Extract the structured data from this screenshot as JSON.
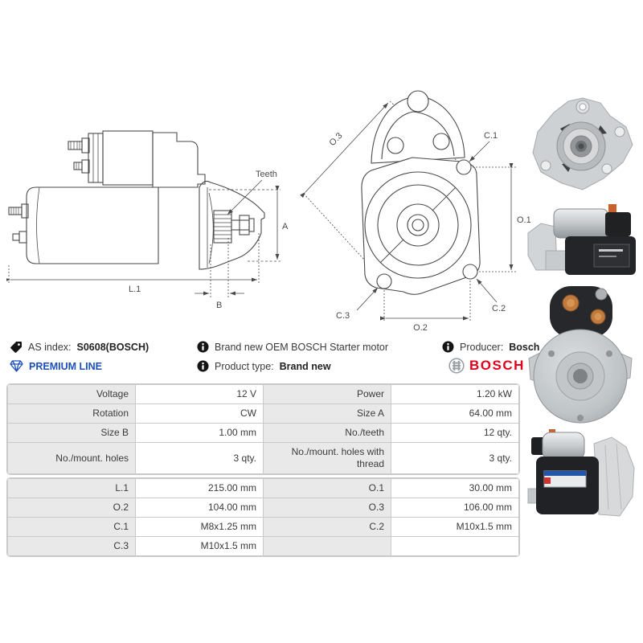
{
  "info": {
    "as_index_label": "AS index:",
    "as_index_value": "S0608(BOSCH)",
    "premium_line": "PREMIUM LINE",
    "description": "Brand new OEM BOSCH Starter motor",
    "product_type_label": "Product type:",
    "product_type_value": "Brand new",
    "producer_label": "Producer:",
    "producer_value": "Bosch",
    "brand_logo": "BOSCH"
  },
  "side_diagram": {
    "teeth": "Teeth",
    "dim_a": "A",
    "dim_l1": "L.1",
    "dim_b": "B"
  },
  "front_diagram": {
    "o3": "O.3",
    "c1": "C.1",
    "o1": "O.1",
    "c2": "C.2",
    "c3": "C.3",
    "o2": "O.2"
  },
  "table": {
    "s1": [
      [
        "Voltage",
        "12 V",
        "Power",
        "1.20 kW"
      ],
      [
        "Rotation",
        "CW",
        "Size A",
        "64.00 mm"
      ],
      [
        "Size B",
        "1.00 mm",
        "No./teeth",
        "12 qty."
      ],
      [
        "No./mount. holes",
        "3 qty.",
        "No./mount. holes with thread",
        "3 qty."
      ]
    ],
    "s2": [
      [
        "L.1",
        "215.00 mm",
        "O.1",
        "30.00 mm"
      ],
      [
        "O.2",
        "104.00 mm",
        "O.3",
        "106.00 mm"
      ],
      [
        "C.1",
        "M8x1.25 mm",
        "C.2",
        "M10x1.5 mm"
      ],
      [
        "C.3",
        "M10x1.5 mm",
        "",
        ""
      ]
    ]
  },
  "photos": [
    {
      "alt": "starter motor mounting flange front view"
    },
    {
      "alt": "starter motor with solenoid side view"
    },
    {
      "alt": "starter motor rear end with solenoid terminals"
    },
    {
      "alt": "starter motor angled side view with drive housing"
    }
  ],
  "icons": {
    "as_index": "tag-icon",
    "premium": "diamond-icon",
    "description": "info-icon",
    "product_type": "info-icon",
    "producer": "info-icon",
    "brand": "bosch-armature-icon"
  },
  "colors": {
    "premium_blue": "#1d4fbb",
    "bosch_red": "#e2001a",
    "cell_gray": "#e9e9e9",
    "table_border": "#c9c9c9",
    "drawing_line": "#4a4a4a"
  }
}
